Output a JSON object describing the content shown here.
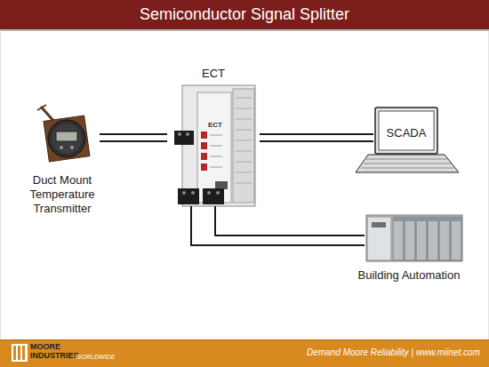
{
  "diagram": {
    "title": "Semiconductor Signal Splitter",
    "nodes": [
      {
        "text": [
          "Duct Mount Temperature Transmitter"
        ]
      },
      {
        "text": [
          "ECT"
        ]
      },
      {
        "text": [
          "SCADA"
        ]
      },
      {
        "text": [
          "Building Automation"
        ]
      }
    ],
    "edges": [
      {
        "from": 0,
        "to": 1,
        "arrow": "none"
      },
      {
        "from": 1,
        "to": 2,
        "arrow": "none"
      },
      {
        "from": 1,
        "to": 3,
        "arrow": "none"
      }
    ],
    "labels": [
      "ECT",
      "MOORE",
      "INDUSTRIES",
      "WORLDWIDE",
      "Demand Moore Reliability | www.miinet.com"
    ]
  }
}
